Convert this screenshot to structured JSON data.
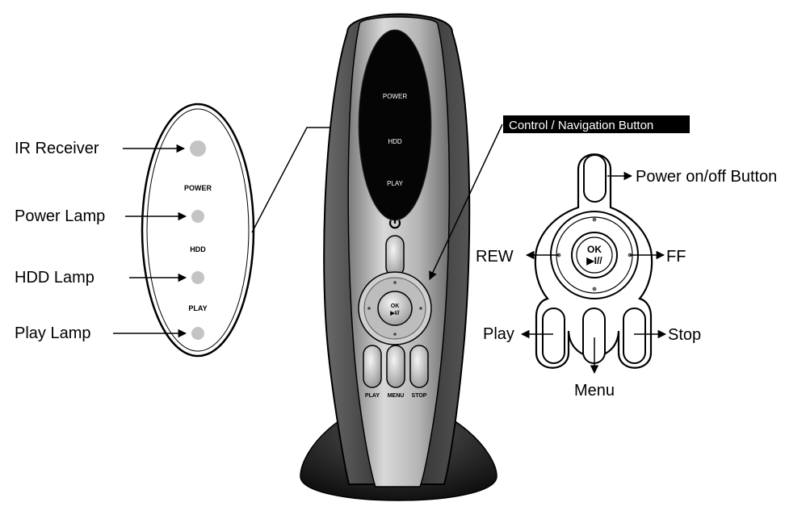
{
  "left_panel": {
    "callouts": [
      {
        "label": "IR Receiver"
      },
      {
        "label": "Power Lamp"
      },
      {
        "label": "HDD Lamp"
      },
      {
        "label": "Play Lamp"
      }
    ],
    "lamp_labels": [
      "POWER",
      "HDD",
      "PLAY"
    ]
  },
  "device": {
    "screen_labels": [
      "POWER",
      "HDD",
      "PLAY"
    ],
    "ok_label": "OK",
    "play_pause_symbol": "▶I//",
    "button_labels": [
      "PLAY",
      "MENU",
      "STOP"
    ]
  },
  "nav_callout": {
    "label": "Control / Navigation Button"
  },
  "right_panel": {
    "power_label": "Power on/off Button",
    "rew_label": "REW",
    "ff_label": "FF",
    "play_label": "Play",
    "stop_label": "Stop",
    "menu_label": "Menu",
    "ok_label": "OK",
    "play_pause_symbol": "▶I//"
  },
  "colors": {
    "device_dark": "#3a3a3a",
    "device_silver": "#a9a9a9",
    "screen_black": "#050505",
    "lamp_gray": "#c4c4c4"
  }
}
